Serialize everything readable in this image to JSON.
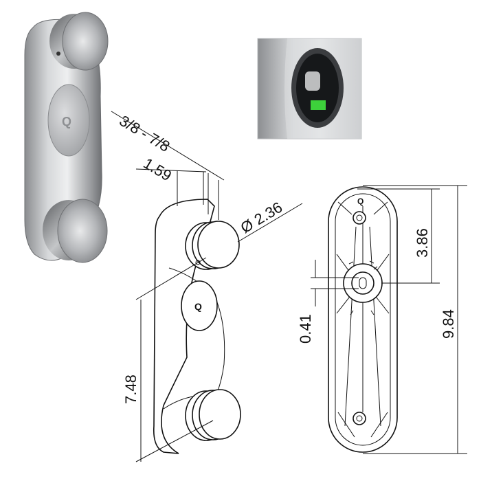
{
  "figure": {
    "logo_letter": "Q",
    "dimensions": {
      "thickness_range": "3/8 - 7/8",
      "gap": "1.59",
      "cap_diameter": "Ø 2.36",
      "vertical_span": "7.48",
      "center_to_top": "3.86",
      "total_length": "9.84",
      "slot_width": "0.41"
    }
  }
}
